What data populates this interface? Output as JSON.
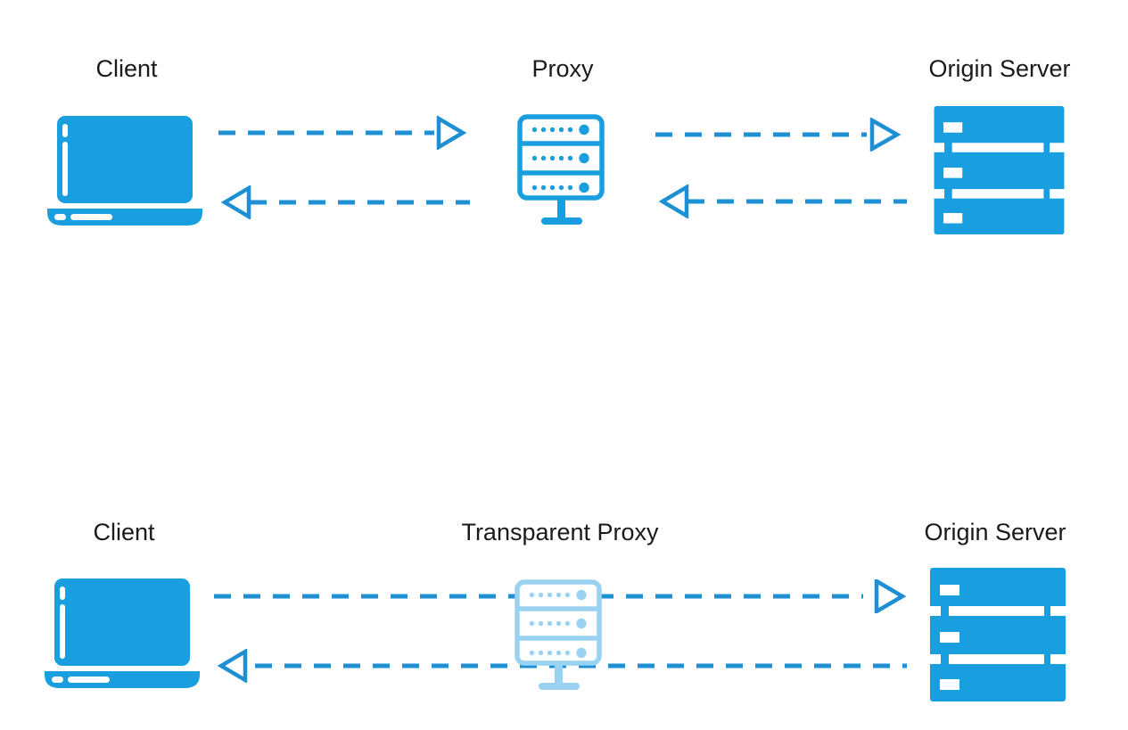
{
  "diagram": {
    "type": "network-flow-diagram",
    "colors": {
      "icon_blue": "#199EE0",
      "arrow_blue": "#1E8FD2",
      "transparent_icon_blue": "#9AD2F1",
      "label_color": "#1A1A1A",
      "background": "#FFFFFF"
    },
    "top_row": {
      "client_label": "Client",
      "proxy_label": "Proxy",
      "server_label": "Origin Server",
      "arrows": [
        {
          "from": "client",
          "to": "proxy",
          "direction": "right",
          "style": "dashed-open-arrowhead"
        },
        {
          "from": "proxy",
          "to": "client",
          "direction": "left",
          "style": "dashed-open-arrowhead"
        },
        {
          "from": "proxy",
          "to": "origin-server",
          "direction": "right",
          "style": "dashed-open-arrowhead"
        },
        {
          "from": "origin-server",
          "to": "proxy",
          "direction": "left",
          "style": "dashed-open-arrowhead"
        }
      ]
    },
    "bottom_row": {
      "client_label": "Client",
      "proxy_label": "Transparent Proxy",
      "server_label": "Origin Server",
      "arrows": [
        {
          "from": "client",
          "to": "origin-server",
          "direction": "right",
          "style": "dashed-open-arrowhead",
          "passes_behind": "transparent-proxy"
        },
        {
          "from": "origin-server",
          "to": "client",
          "direction": "left",
          "style": "dashed-open-arrowhead",
          "passes_behind": "transparent-proxy"
        }
      ]
    }
  }
}
